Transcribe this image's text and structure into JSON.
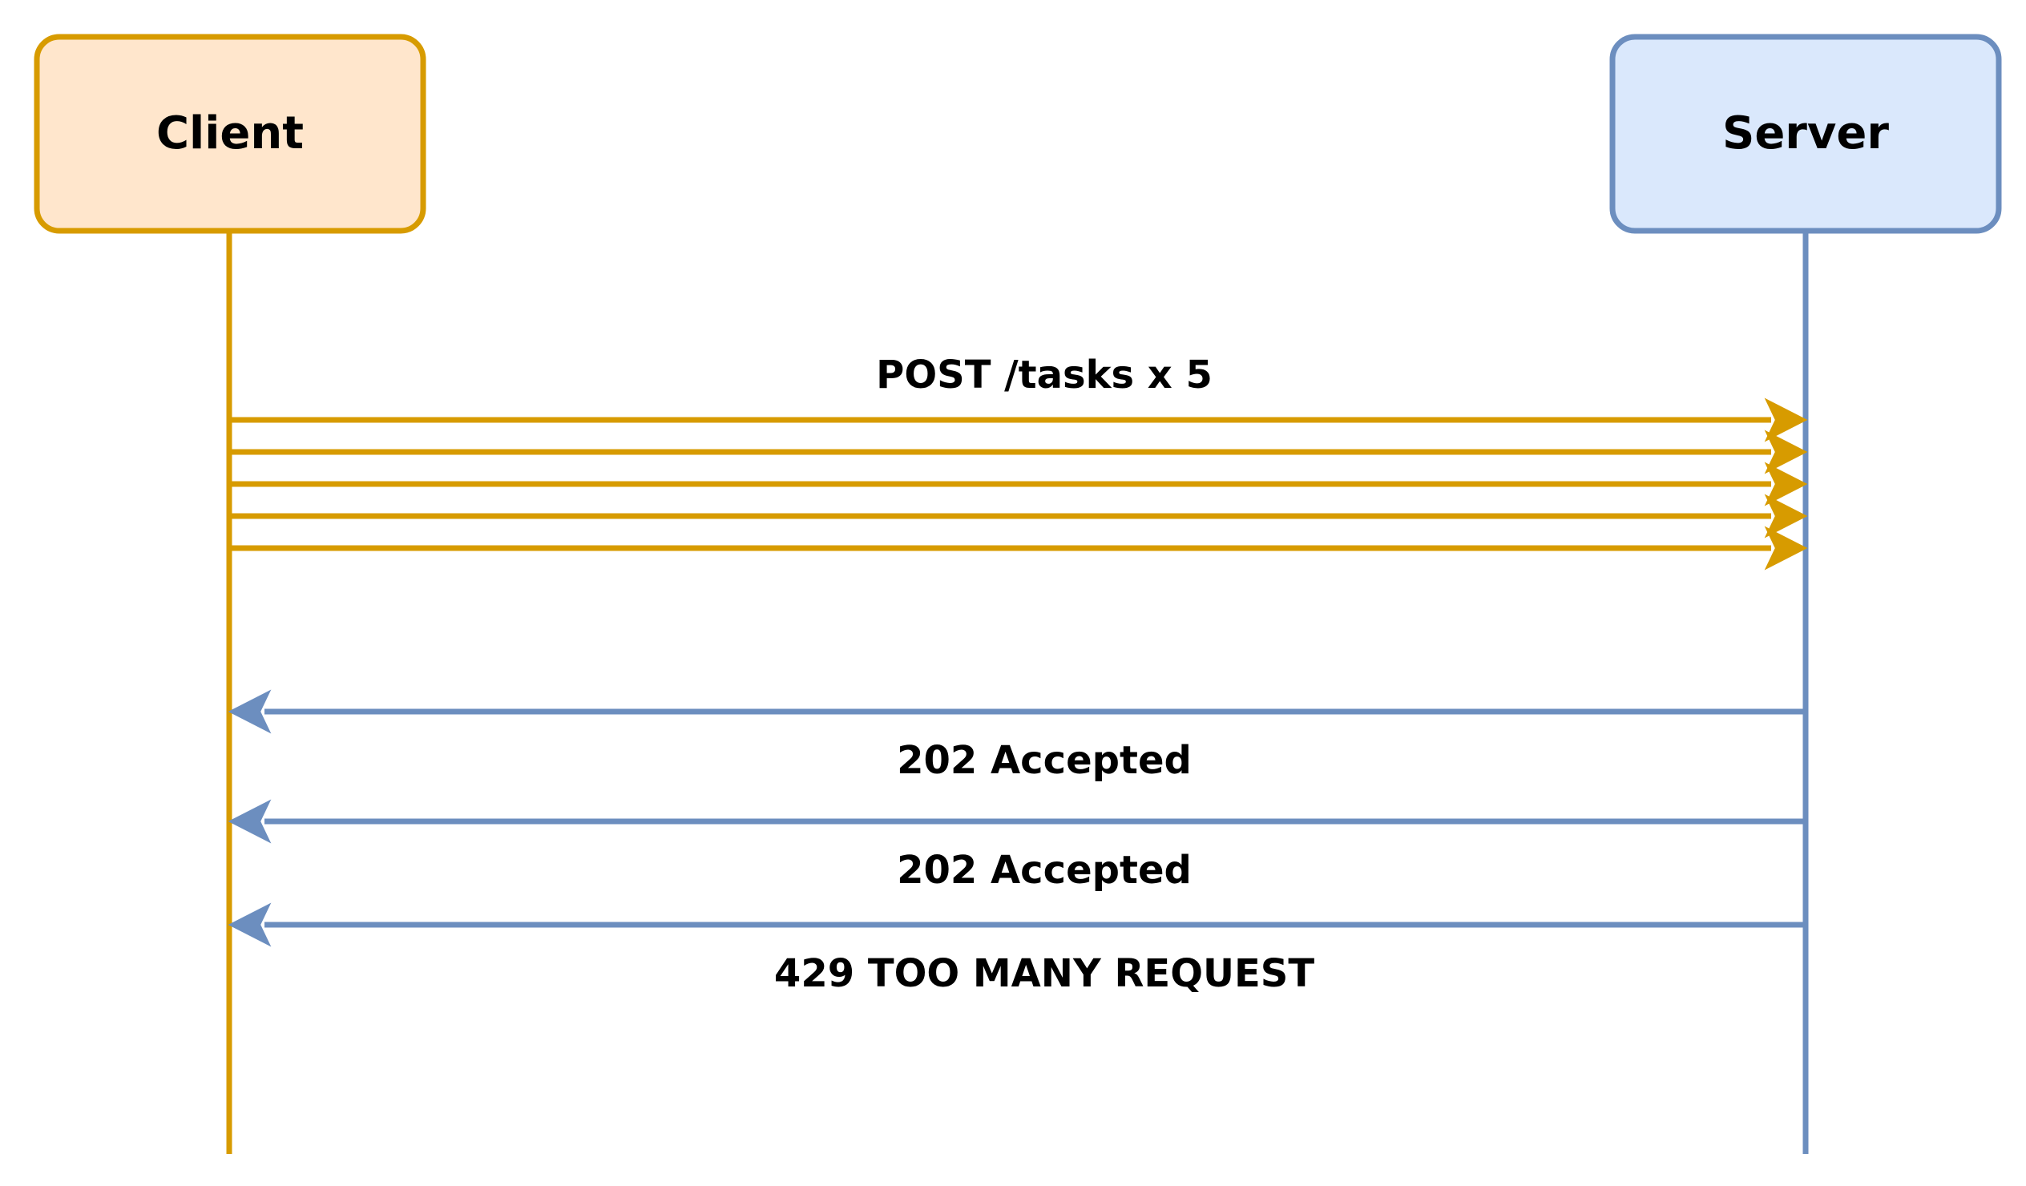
{
  "diagram": {
    "type": "sequence",
    "participants": [
      {
        "id": "client",
        "label": "Client",
        "fill": "#ffe6cc",
        "stroke": "#d79b00"
      },
      {
        "id": "server",
        "label": "Server",
        "fill": "#dae8fc",
        "stroke": "#6c8ebf"
      }
    ],
    "request_group": {
      "label": "POST /tasks x 5",
      "from": "client",
      "to": "server",
      "count": 5,
      "color": "#d79b00"
    },
    "responses": [
      {
        "label": "202 Accepted",
        "from": "server",
        "to": "client",
        "color": "#6c8ebf"
      },
      {
        "label": "202 Accepted",
        "from": "server",
        "to": "client",
        "color": "#6c8ebf"
      },
      {
        "label": "429 TOO MANY REQUEST",
        "from": "server",
        "to": "client",
        "color": "#6c8ebf"
      }
    ]
  }
}
